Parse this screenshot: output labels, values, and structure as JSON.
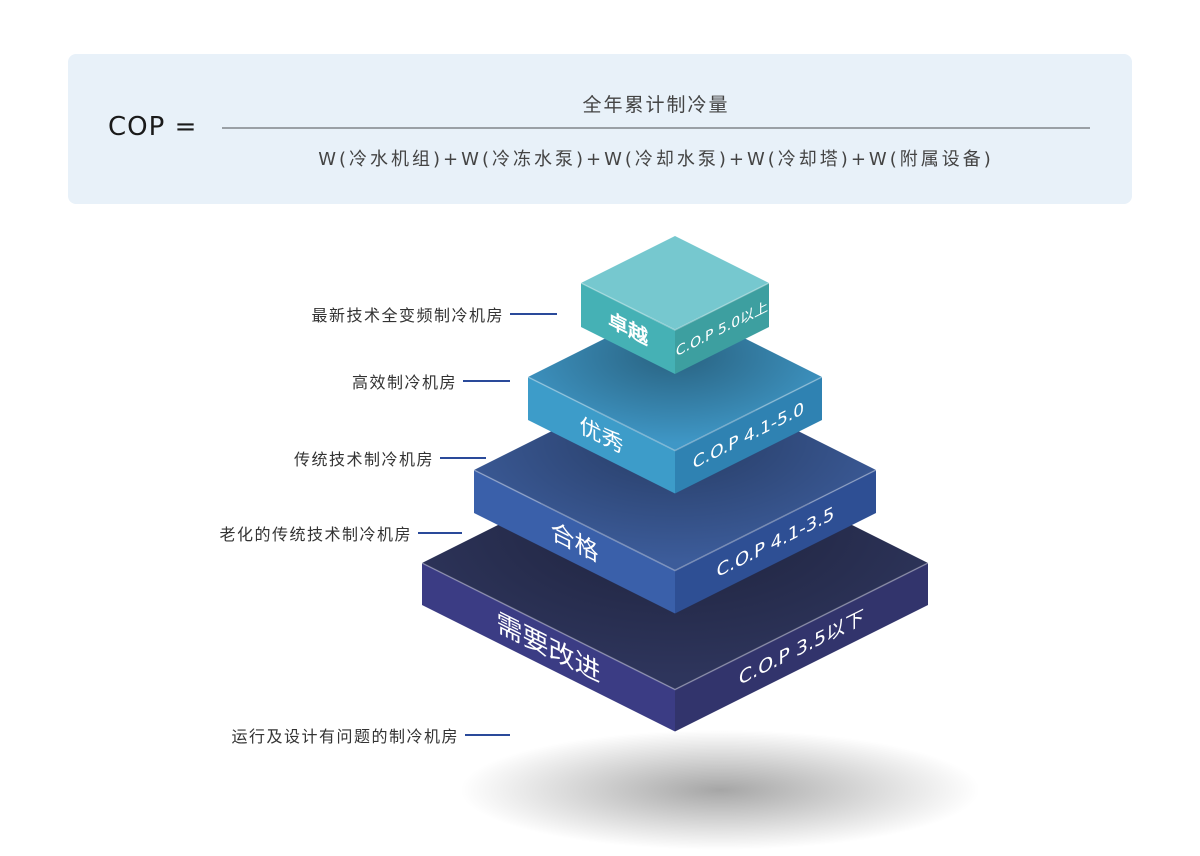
{
  "formula": {
    "lhs": "COP =",
    "numerator": "全年累计制冷量",
    "denominator": "W(冷水机组)+W(冷冻水泵)+W(冷却水泵)+W(冷却塔)+W(附属设备)"
  },
  "levels": [
    {
      "name": "卓越",
      "range": "C.O.P 5.0以上",
      "description": "最新技术全变频制冷机房",
      "colors": {
        "top": "#76c8cf",
        "left": "#45b1b5",
        "right": "#3d9fa0"
      }
    },
    {
      "name": "优秀",
      "range": "C.O.P 4.1-5.0",
      "description": "高效制冷机房",
      "colors": {
        "top": "#3f97c6",
        "left": "#3d9cc9",
        "right": "#2f82b2"
      }
    },
    {
      "name": "合格",
      "range": "C.O.P 4.1-3.5",
      "description": "传统技术制冷机房",
      "colors": {
        "top": "#3c5c9a",
        "left": "#3a60aa",
        "right": "#2e4f94"
      }
    },
    {
      "name": "需要改进",
      "range": "C.O.P 3.5以下",
      "description": "运行及设计有问题的制冷机房",
      "colors": {
        "top": "#2e355c",
        "left": "#3b3c84",
        "right": "#32346c"
      }
    }
  ],
  "extra_label": "老化的传统技术制冷机房"
}
